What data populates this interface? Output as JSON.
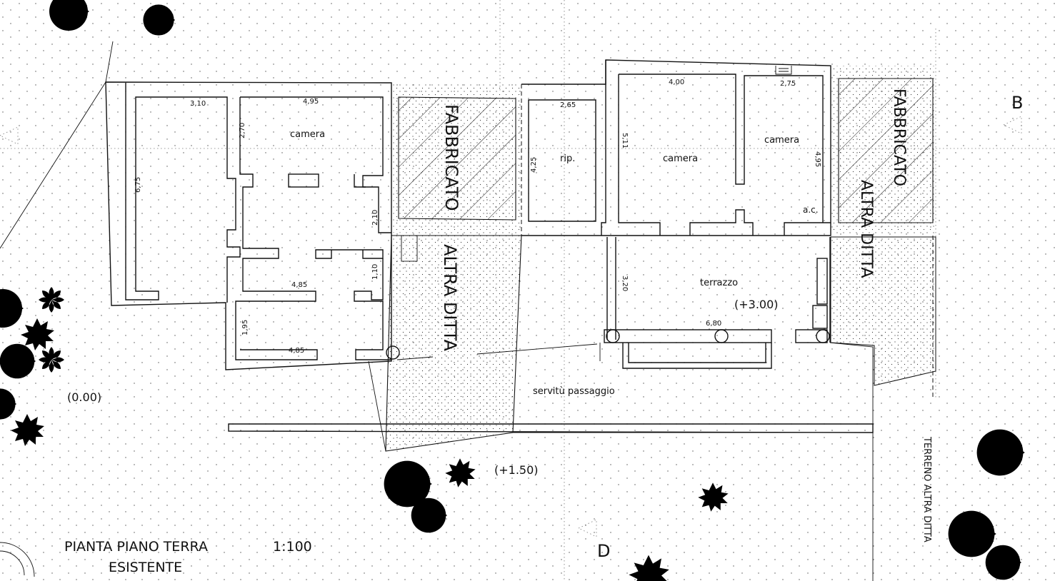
{
  "plan": {
    "title": "PIANTA  PIANO TERRA",
    "subtitle": "ESISTENTE",
    "scale": "1:100",
    "section_b": "B",
    "section_d": "D",
    "levels": {
      "ground": "(0.00)",
      "yard": "(+1.50)",
      "terrace": "(+3.00)"
    },
    "rooms": {
      "camera_1": "camera",
      "camera_2": "camera",
      "camera_3": "camera",
      "rip": "rip.",
      "ac": "a.c.",
      "terrazzo": "terrazzo",
      "servitu": "servitù passaggio"
    },
    "neighbors": {
      "fabbricato_1": "FABBRICATO",
      "altra_ditta_1": "ALTRA DITTA",
      "fabbricato_2": "FABBRICATO",
      "altra_ditta_2": "ALTRA DITTA",
      "terreno": "TERRENO ALTRA DITTA"
    },
    "dimensions": {
      "d1": "3,10",
      "d2": "4,95",
      "d3": "2,70",
      "d4": "6,75",
      "d5": "2,10",
      "d6": "1,10",
      "d7": "4,85",
      "d8": "1,95",
      "d9": "4,85",
      "d10": "2,65",
      "d11": "4,25",
      "d12": "4,00",
      "d13": "5,11",
      "d14": "2,75",
      "d15": "4,95",
      "d16": "3,20",
      "d17": "6,80"
    }
  }
}
